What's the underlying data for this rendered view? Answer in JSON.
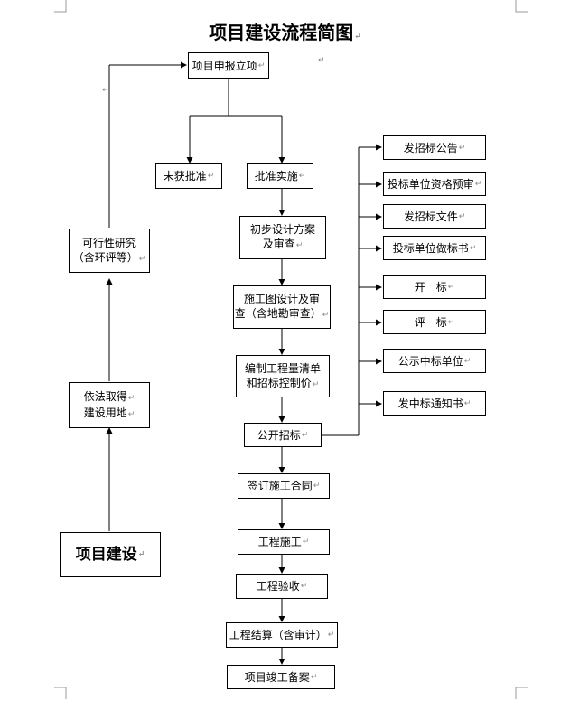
{
  "title": "项目建设流程简图",
  "nodes": {
    "apply": "项目申报立项",
    "rejected": "未获批准",
    "approved": "批准实施",
    "prelim_1": "初步设计方案",
    "prelim_2": "及审查",
    "construct_design_1": "施工图设计及审",
    "construct_design_2": "查（含地勘审查）",
    "bill_1": "编制工程量清单",
    "bill_2": "和招标控制价",
    "public_tender": "公开招标",
    "sign_contract": "签订施工合同",
    "construction": "工程施工",
    "acceptance": "工程验收",
    "settlement": "工程结算（含审计）",
    "completion_record": "项目竣工备案",
    "feasibility_1": "可行性研究",
    "feasibility_2": "（含环评等）",
    "land_1": "依法取得",
    "land_2": "建设用地",
    "project_build": "项目建设",
    "tender_notice": "发招标公告",
    "bidder_prequal": "投标单位资格预审",
    "tender_docs": "发招标文件",
    "bid_prep": "投标单位做标书",
    "bid_open": "开　标",
    "bid_eval": "评　标",
    "winner_publicity": "公示中标单位",
    "award_notice": "发中标通知书"
  },
  "mark": "↵"
}
